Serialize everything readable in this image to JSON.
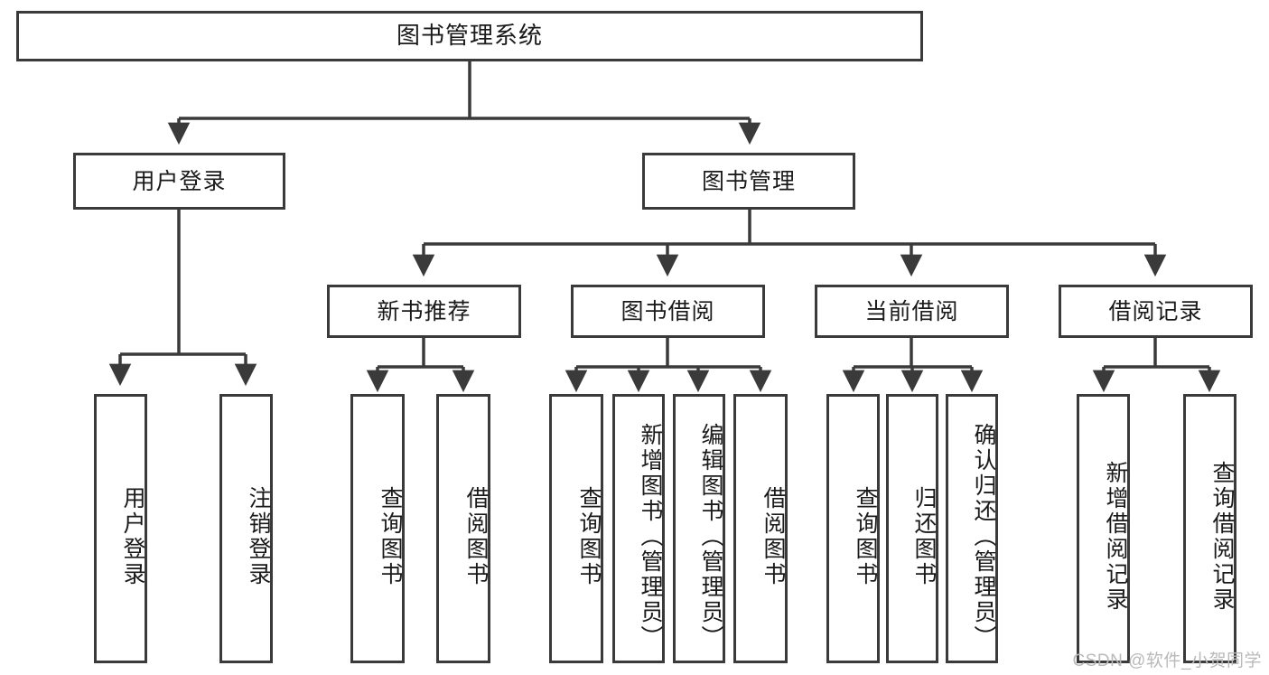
{
  "diagram": {
    "title": "图书管理系统",
    "type": "tree-hierarchy-chart",
    "watermark": "CSDN @软件_小贺同学",
    "colors": {
      "box_border": "#3a3a3a",
      "background": "#ffffff",
      "text": "#1a1a1a",
      "watermark": "#b9b9b9"
    },
    "levels": {
      "root": {
        "label": "图书管理系统"
      },
      "level2": [
        {
          "label": "用户登录"
        },
        {
          "label": "图书管理"
        }
      ],
      "level3": [
        {
          "label": "新书推荐"
        },
        {
          "label": "图书借阅"
        },
        {
          "label": "当前借阅"
        },
        {
          "label": "借阅记录"
        }
      ],
      "leaves": {
        "user_login": [
          {
            "label": "用户登录"
          },
          {
            "label": "注销登录"
          }
        ],
        "new_book_recommend": [
          {
            "label": "查询图书"
          },
          {
            "label": "借阅图书"
          }
        ],
        "book_borrow": [
          {
            "label": "查询图书"
          },
          {
            "label": "新增图书（管理员）"
          },
          {
            "label": "编辑图书（管理员）"
          },
          {
            "label": "借阅图书"
          }
        ],
        "current_borrow": [
          {
            "label": "查询图书"
          },
          {
            "label": "归还图书"
          },
          {
            "label": "确认归还（管理员）"
          }
        ],
        "borrow_record": [
          {
            "label": "新增借阅记录"
          },
          {
            "label": "查询借阅记录"
          }
        ]
      }
    }
  }
}
